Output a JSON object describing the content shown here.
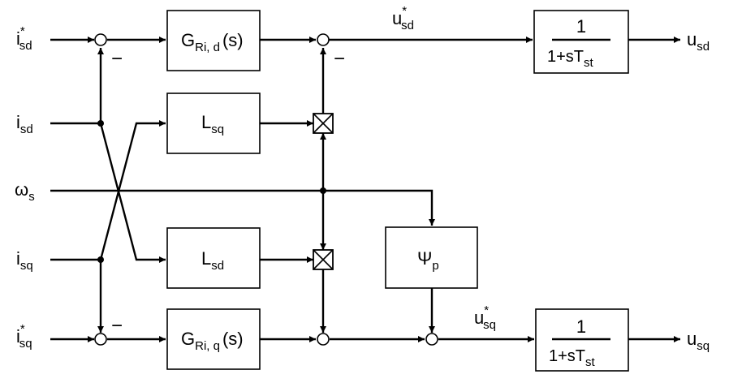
{
  "inputs": {
    "isd_star": {
      "main": "i",
      "sup": "*",
      "sub": "sd"
    },
    "isd": {
      "main": "i",
      "sub": "sd"
    },
    "omega": {
      "main": "ω",
      "sub": "s"
    },
    "isq": {
      "main": "i",
      "sub": "sq"
    },
    "isq_star": {
      "main": "i",
      "sup": "*",
      "sub": "sq"
    }
  },
  "blocks": {
    "g_ri_d": {
      "main": "G",
      "sub": "Ri, d",
      "tail": "(s)"
    },
    "l_sq": {
      "main": "L",
      "sub": "sq"
    },
    "l_sd": {
      "main": "L",
      "sub": "sd"
    },
    "psi": {
      "main": "Ψ",
      "sub": "p"
    },
    "g_ri_q": {
      "main": "G",
      "sub": "Ri, q",
      "tail": "(s)"
    },
    "pt1_d": {
      "numerator": "1",
      "den_main": "1+sT",
      "den_sub": "st"
    },
    "pt1_q": {
      "numerator": "1",
      "den_main": "1+sT",
      "den_sub": "st"
    }
  },
  "signals": {
    "usd_star": {
      "main": "u",
      "sup": "*",
      "sub": "sd"
    },
    "usq_star": {
      "main": "u",
      "sup": "*",
      "sub": "sq"
    }
  },
  "outputs": {
    "usd": {
      "main": "u",
      "sub": "sd"
    },
    "usq": {
      "main": "u",
      "sub": "sq"
    }
  },
  "signs": {
    "minus_isd": "−",
    "minus_decoupling_d": "−",
    "minus_isq": "−"
  }
}
